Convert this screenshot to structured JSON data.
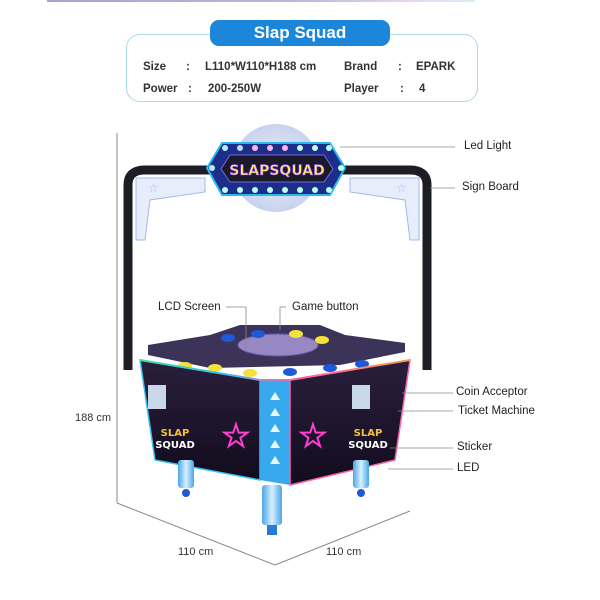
{
  "title": "Slap Squad",
  "specs": {
    "size": {
      "label": "Size",
      "sep": ":",
      "value": "L110*W110*H188 cm"
    },
    "power": {
      "label": "Power",
      "sep": ":",
      "value": "200-250W"
    },
    "brand": {
      "label": "Brand",
      "sep": ":",
      "value": "EPARK"
    },
    "player": {
      "label": "Player",
      "sep": ":",
      "value": "4"
    }
  },
  "machine": {
    "sign_text": "SLAPSQUAD",
    "sticker_text_line1": "SLAP",
    "sticker_text_line2": "SQUAD"
  },
  "callouts": {
    "led_light": "Led Light",
    "sign_board": "Sign Board",
    "lcd_screen": "LCD Screen",
    "game_button": "Game button",
    "coin_acceptor": "Coin Acceptor",
    "ticket_machine": "Ticket Machine",
    "sticker": "Sticker",
    "led": "LED"
  },
  "dimensions": {
    "height": "188 cm",
    "width_left": "110 cm",
    "width_right": "110 cm"
  },
  "colors": {
    "accent": "#1b86da",
    "box_border": "#a9dbe8"
  }
}
